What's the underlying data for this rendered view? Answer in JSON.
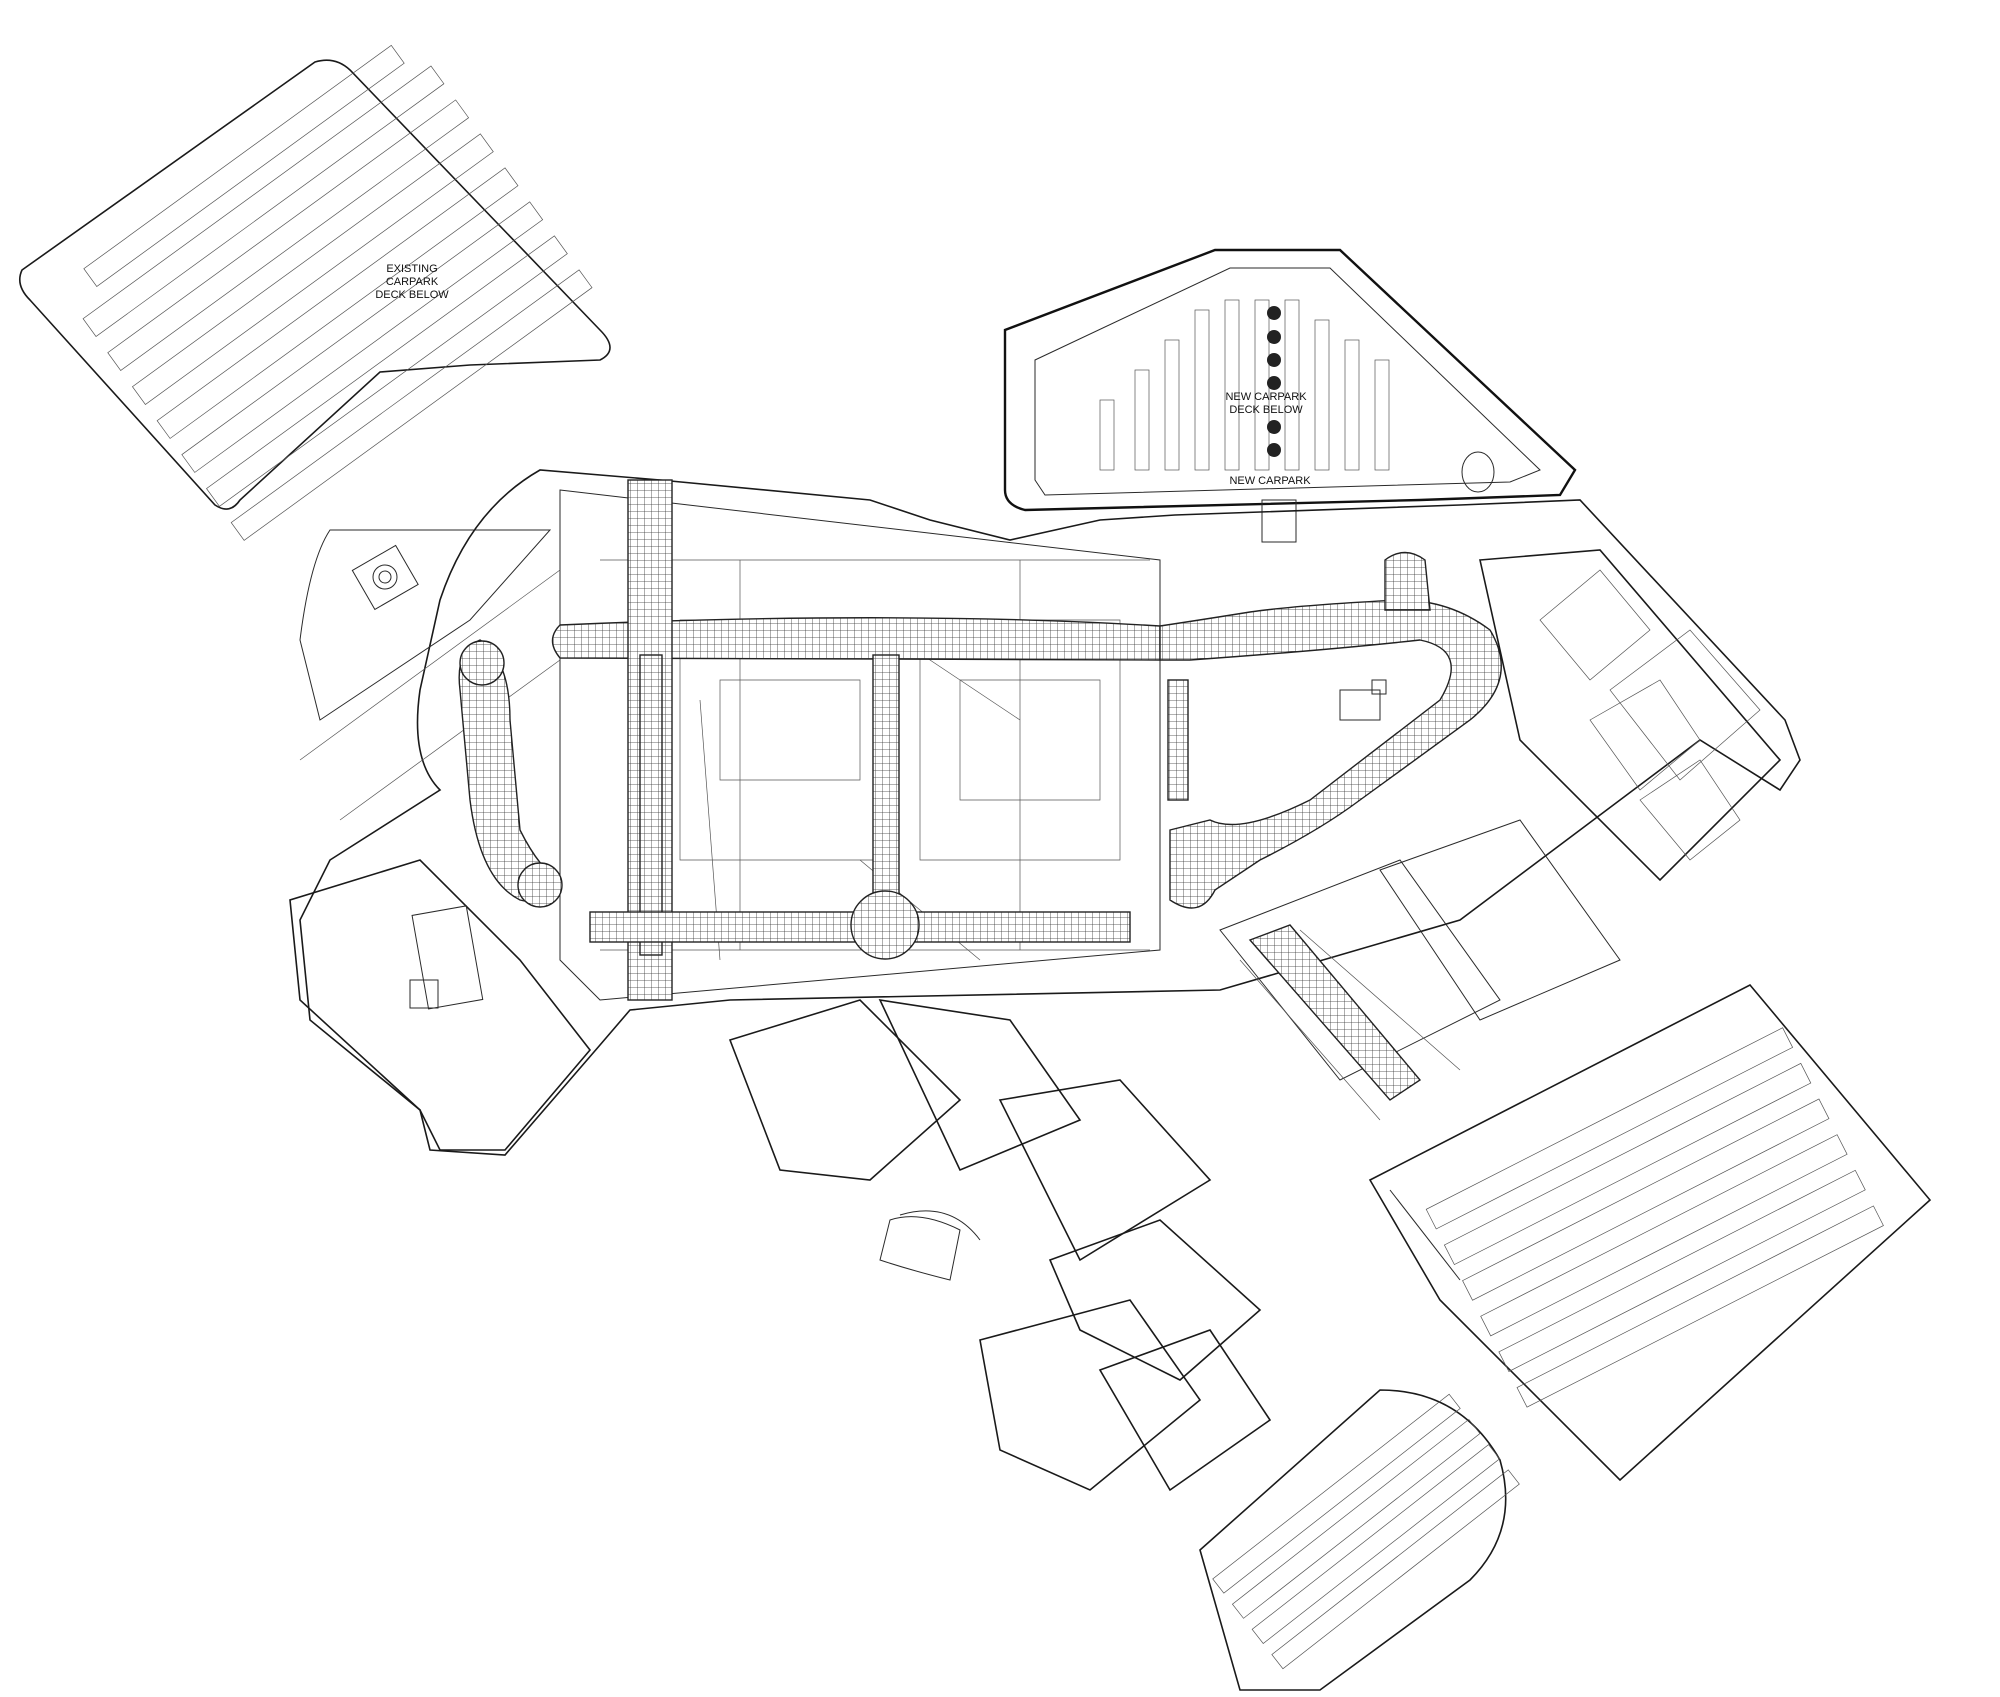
{
  "labels": {
    "existing_carpark": [
      "EXISTING",
      "CARPARK",
      "DECK BELOW"
    ],
    "new_carpark_deck": [
      "NEW CARPARK",
      "DECK BELOW"
    ],
    "new_carpark": "NEW CARPARK"
  },
  "colors": {
    "background": "#ffffff",
    "linework": "#1a1a1a"
  }
}
